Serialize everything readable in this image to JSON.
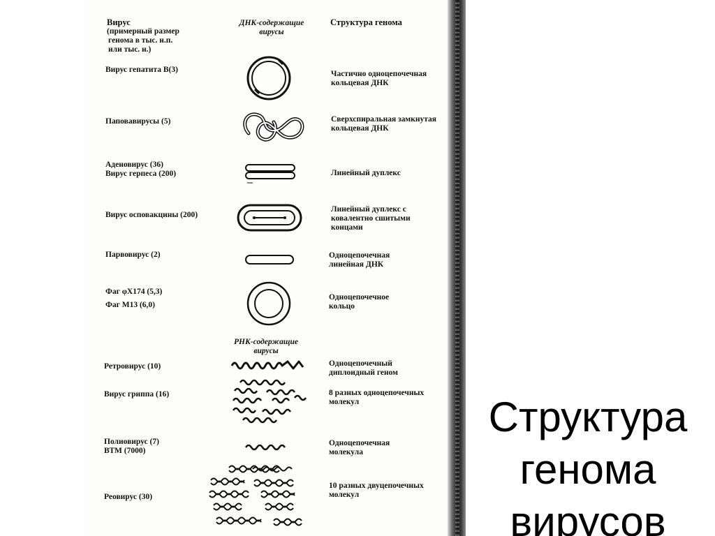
{
  "headers": {
    "virus_col": "Вирус",
    "virus_sub_1": "(примерный размер",
    "virus_sub_2": "генома в тыс. н.п.",
    "virus_sub_3": "или тыс. н.)",
    "dna_group_1": "ДНК-содержащие",
    "dna_group_2": "вирусы",
    "structure_col": "Структура генома"
  },
  "rows": [
    {
      "virus": [
        "Вирус гепатита В(3)"
      ],
      "structure": [
        "Частично одноцепочечная",
        "кольцевая ДНК"
      ],
      "icon": "partial-circle-dna-icon"
    },
    {
      "virus": [
        "Паповавирусы (5)"
      ],
      "structure": [
        "Сверхспиральная замкнутая",
        "кольцевая ДНК"
      ],
      "icon": "supercoiled-dna-icon"
    },
    {
      "virus": [
        "Аденовирус (36)",
        "Вирус герпеса (200)"
      ],
      "structure": [
        "Линейный дуплекс"
      ],
      "icon": "linear-duplex-icon"
    },
    {
      "virus": [
        "Вирус осповакцины (200)"
      ],
      "structure": [
        "Линейный дуплекс с",
        "ковалентно сшитыми",
        "концами"
      ],
      "icon": "crosslinked-duplex-icon"
    },
    {
      "virus": [
        "Парвовирус (2)"
      ],
      "structure": [
        "Одноцепочечная",
        "линейная ДНК"
      ],
      "icon": "single-strand-linear-icon"
    },
    {
      "virus": [
        "Фаг φX174 (5,3)",
        "Фаг M13 (6,0)"
      ],
      "structure": [
        "Одноцепочечное",
        "кольцо"
      ],
      "icon": "single-strand-ring-icon"
    }
  ],
  "rna_group": {
    "line1": "РНК-содержащие",
    "line2": "вирусы"
  },
  "rna_rows": [
    {
      "virus": [
        "Ретровирус (10)"
      ],
      "structure": [
        "Одноцепочечный",
        "диплоидный геном"
      ],
      "icon": "diploid-rna-icon"
    },
    {
      "virus": [
        "Вирус гриппа (16)"
      ],
      "structure": [
        "8 разных одноцепочечных",
        "молекул"
      ],
      "icon": "segmented-rna-icon"
    },
    {
      "virus": [
        "Полиовирус (7)",
        "ВТМ (7000)"
      ],
      "structure": [
        "Одноцепочечная",
        "молекула"
      ],
      "icon": "single-rna-icon"
    },
    {
      "virus": [
        "Реовирус (30)"
      ],
      "structure": [
        "10 разных двуцепочечных",
        "молекул"
      ],
      "icon": "double-strand-rna-segments-icon"
    }
  ],
  "slide_title": {
    "line1": "Структура",
    "line2": "генома",
    "line3": "вирусов"
  }
}
